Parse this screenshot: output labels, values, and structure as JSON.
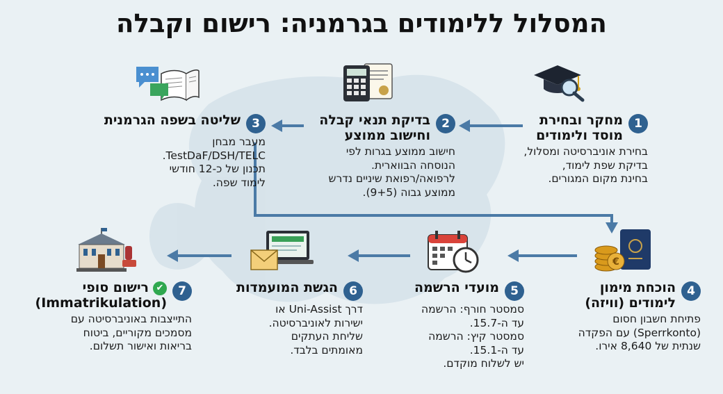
{
  "title": "המסלול ללימודים בגרמניה: רישום וקבלה",
  "steps": [
    {
      "num": "1",
      "head": [
        "מחקר ובחירת",
        "מוסד ולימודים"
      ],
      "desc": [
        "בחירת אוניברסיטה ומסלול,",
        "בדיקת שפת לימוד,",
        "בחינת מקום המגורים."
      ]
    },
    {
      "num": "2",
      "head": [
        "בדיקת תנאי קבלה",
        "וחישוב ממוצע"
      ],
      "desc": [
        "חישוב ממוצע בגרות לפי",
        "הנוסחה הבווארית.",
        "לרפואה/רפואת שיניים נדרש",
        "ממוצע גבוה (9+5)."
      ]
    },
    {
      "num": "3",
      "head": [
        "שליטה בשפה הגרמנית"
      ],
      "desc": [
        "מעבר מבחן",
        "TestDaF/DSH/TELC.",
        "תכנון של כ-12 חודשי",
        "לימוד שפה."
      ]
    },
    {
      "num": "4",
      "head": [
        "הוכחת מימון",
        "לימודים (וויזה)"
      ],
      "desc": [
        "פתיחת חשבון חסום",
        "(Sperrkonto) עם הפקדה",
        "שנתית של 8,640 אירו."
      ]
    },
    {
      "num": "5",
      "head": [
        "מועדי הרשמה"
      ],
      "desc": [
        "סמסטר חורף: הרשמה",
        "עד ה-15.7.",
        "סמסטר קיץ: הרשמה",
        "עד ה-15.1.",
        "יש לשלוח מוקדם."
      ]
    },
    {
      "num": "6",
      "head": [
        "הגשת המועמדות"
      ],
      "desc": [
        "דרך Uni-Assist או",
        "ישירות לאוניברסיטה.",
        "שליחת העתקים",
        "מאומתים בלבד."
      ]
    },
    {
      "num": "7",
      "head": [
        "רישום סופי",
        "(Immatrikulation)"
      ],
      "desc": [
        "התייצבות באוניברסיטה עם",
        "מסמכים מקוריים, ביטוח",
        "בריאות ואישור תשלום."
      ]
    }
  ],
  "icons": [
    "graduation-cap-icon",
    "calculator-icon",
    "speech-book-icon",
    "coins-passport-icon",
    "calendar-clock-icon",
    "laptop-envelope-icon",
    "university-stamp-icon",
    "check-icon"
  ],
  "colors": {
    "accent": "#2f6190",
    "arrow": "#4b7aa6",
    "check": "#2fa84f",
    "background": "#eaf1f4"
  }
}
